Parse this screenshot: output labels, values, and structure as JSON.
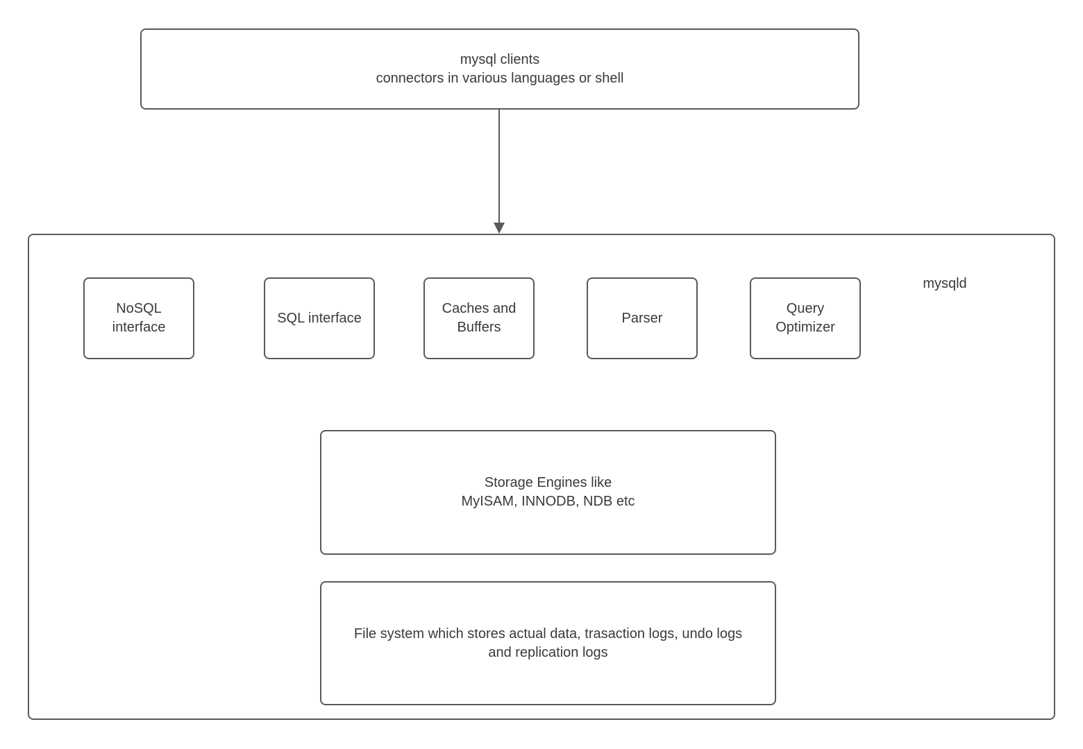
{
  "colors": {
    "background": "#ffffff",
    "border": "#595959",
    "text": "#3a3a3a"
  },
  "clients_box": {
    "lines": [
      "mysql clients",
      "connectors in various languages or shell"
    ]
  },
  "arrow": {
    "direction": "down",
    "from": "mysql clients",
    "to": "mysqld"
  },
  "mysqld": {
    "label": "mysqld",
    "components": [
      {
        "name": "nosql-interface",
        "lines": [
          "NoSQL",
          "interface"
        ]
      },
      {
        "name": "sql-interface",
        "lines": [
          "SQL interface"
        ]
      },
      {
        "name": "caches-and-buffers",
        "lines": [
          "Caches and",
          "Buffers"
        ]
      },
      {
        "name": "parser",
        "lines": [
          "Parser"
        ]
      },
      {
        "name": "query-optimizer",
        "lines": [
          "Query",
          "Optimizer"
        ]
      }
    ],
    "storage_box": {
      "lines": [
        "Storage Engines like",
        "MyISAM, INNODB, NDB etc"
      ]
    },
    "filesystem_box": {
      "lines": [
        "File system which stores actual data, trasaction logs, undo logs",
        "and replication logs"
      ]
    }
  }
}
